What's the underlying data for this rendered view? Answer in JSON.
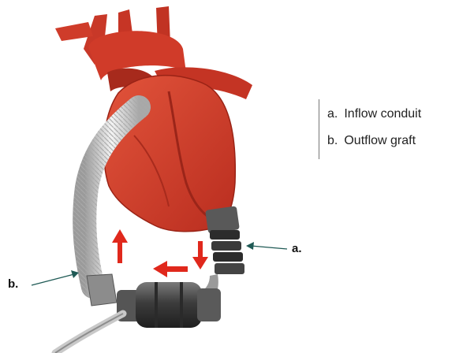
{
  "callouts": {
    "inflow_letter": "a.",
    "outflow_letter": "b."
  },
  "legend": {
    "items": [
      {
        "letter": "a.",
        "text": "Inflow conduit"
      },
      {
        "letter": "b.",
        "text": "Outflow graft"
      }
    ]
  },
  "colors": {
    "heart": "#d8432e",
    "vessel": "#c63525",
    "flow_arrow": "#e0281c",
    "graft": "#dcdcdc",
    "pump": "#4a4a4a",
    "pointer": "#1f5a55"
  }
}
